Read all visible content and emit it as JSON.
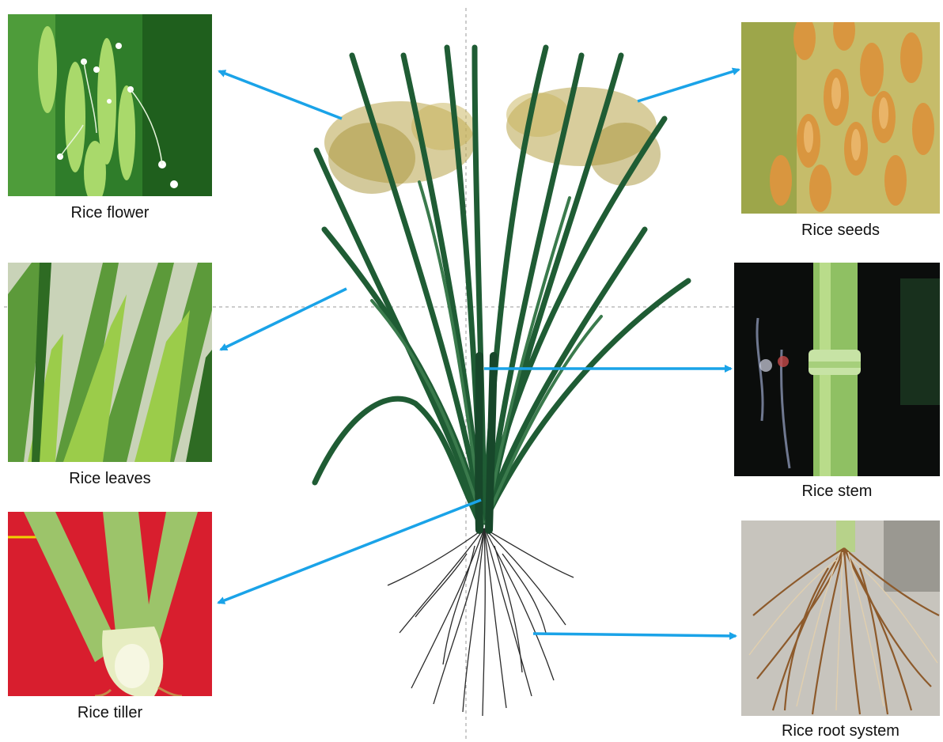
{
  "parts": {
    "flower": {
      "label": "Rice flower",
      "icon": "rice-flower-photo"
    },
    "seeds": {
      "label": "Rice seeds",
      "icon": "rice-seeds-photo"
    },
    "leaves": {
      "label": "Rice leaves",
      "icon": "rice-leaves-photo"
    },
    "stem": {
      "label": "Rice stem",
      "icon": "rice-stem-photo"
    },
    "tiller": {
      "label": "Rice tiller",
      "icon": "rice-tiller-photo"
    },
    "roots": {
      "label": "Rice root system",
      "icon": "rice-root-photo"
    }
  },
  "colors": {
    "arrow": "#1aa3e8",
    "guide": "#9a9a9a",
    "leaf": "#1f5c34",
    "panicle": "#b8a44a",
    "root": "#2a2a2a"
  }
}
